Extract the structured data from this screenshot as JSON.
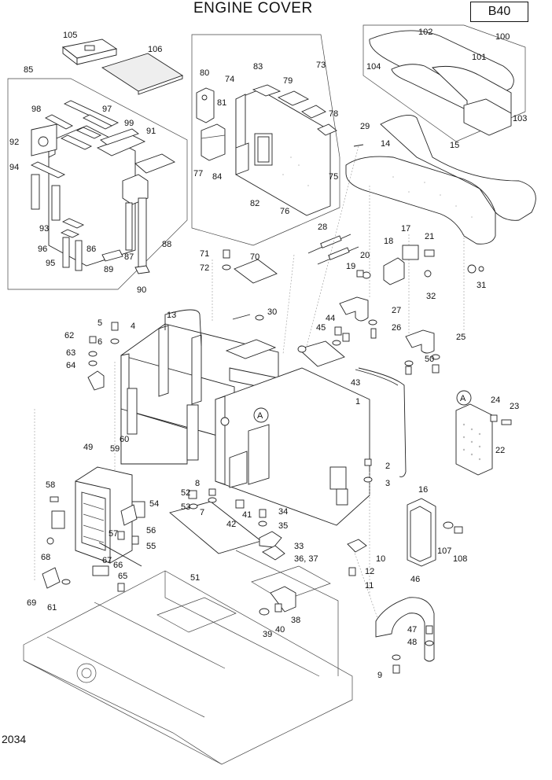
{
  "title": "ENGINE COVER",
  "code": "B40",
  "figure_number": "2034",
  "detail_marker": "A",
  "callouts": [
    "1",
    "2",
    "3",
    "4",
    "5",
    "6",
    "7",
    "8",
    "9",
    "10",
    "11",
    "12",
    "13",
    "14",
    "15",
    "16",
    "17",
    "18",
    "19",
    "20",
    "21",
    "22",
    "23",
    "24",
    "25",
    "26",
    "27",
    "28",
    "29",
    "30",
    "31",
    "32",
    "33",
    "34",
    "35",
    "36, 37",
    "38",
    "39",
    "40",
    "41",
    "42",
    "43",
    "44",
    "45",
    "46",
    "47",
    "48",
    "49",
    "50",
    "51",
    "52",
    "53",
    "54",
    "55",
    "56",
    "57",
    "58",
    "59",
    "60",
    "61",
    "62",
    "63",
    "64",
    "65",
    "66",
    "67",
    "68",
    "69",
    "70",
    "71",
    "72",
    "73",
    "74",
    "75",
    "76",
    "77",
    "78",
    "79",
    "80",
    "81",
    "82",
    "83",
    "84",
    "85",
    "86",
    "87",
    "88",
    "89",
    "90",
    "91",
    "92",
    "93",
    "94",
    "95",
    "96",
    "97",
    "98",
    "99",
    "100",
    "101",
    "102",
    "103",
    "104",
    "105",
    "106",
    "107",
    "108"
  ]
}
